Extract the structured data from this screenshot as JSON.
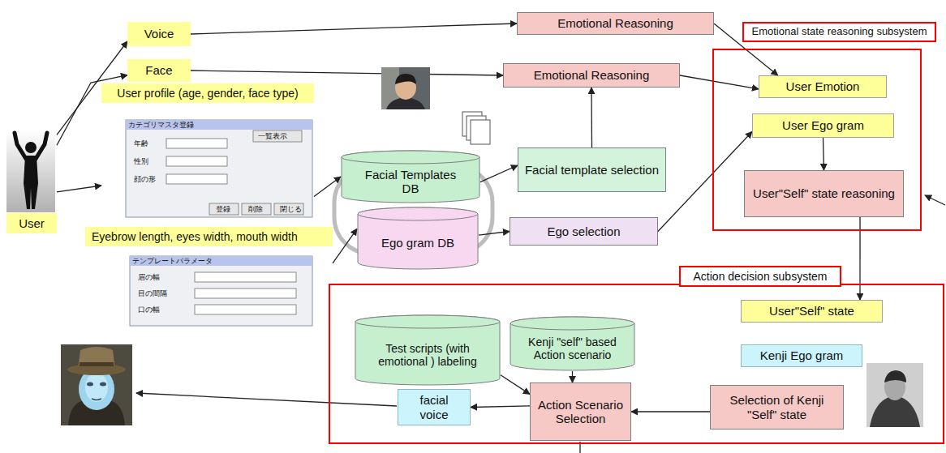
{
  "diagram": {
    "nodes": [
      {
        "text": [
          "Emotional Reasoning"
        ]
      },
      {
        "text": [
          "Emotional state reasoning subsystem"
        ]
      },
      {
        "text": [
          "User Emotion"
        ],
        "in": 1
      },
      {
        "text": [
          "User Ego gram"
        ],
        "in": 1
      },
      {
        "text": [
          "User\"Self\" state reasoning"
        ],
        "in": 1
      },
      {
        "text": [
          "Voice"
        ]
      },
      {
        "text": [
          "Face"
        ]
      },
      {
        "text": [
          "Emotional Reasoning"
        ]
      },
      {
        "text": [
          "User profile (age, gender, face type)"
        ]
      },
      {
        "text": [
          "User"
        ]
      },
      {
        "text": [
          "Facial Templates DB"
        ]
      },
      {
        "text": [
          "Facial template selection"
        ]
      },
      {
        "text": [
          "Eyebrow length, eyes width, mouth width"
        ]
      },
      {
        "text": [
          "Ego gram DB"
        ]
      },
      {
        "text": [
          "Ego selection"
        ]
      },
      {
        "text": [
          "Action decision subsystem"
        ]
      },
      {
        "text": [
          "User\"Self\" state"
        ],
        "in": 15
      },
      {
        "text": [
          "Test scripts (with emotional ) labeling"
        ],
        "in": 15
      },
      {
        "text": [
          "Kenji \"self\" based Action scenario"
        ],
        "in": 15
      },
      {
        "text": [
          "Kenji Ego gram"
        ],
        "in": 15
      },
      {
        "text": [
          "facial voice"
        ],
        "in": 15
      },
      {
        "text": [
          "Action Scenario Selection"
        ],
        "in": 15
      },
      {
        "text": [
          "Selection of Kenji \"Self\" state"
        ],
        "in": 15
      }
    ],
    "edges": [
      {
        "from": 9,
        "to": 5,
        "arrow": "to"
      },
      {
        "from": 9,
        "to": 6,
        "arrow": "to"
      },
      {
        "from": 9,
        "to": 8,
        "arrow": "to"
      },
      {
        "from": 8,
        "to": 10,
        "arrow": "to"
      },
      {
        "from": 12,
        "to": 13,
        "arrow": "to"
      },
      {
        "from": 5,
        "to": 0,
        "arrow": "to"
      },
      {
        "from": 6,
        "to": 7,
        "arrow": "to"
      },
      {
        "from": 10,
        "to": 11,
        "arrow": "to"
      },
      {
        "from": 11,
        "to": 7,
        "arrow": "to"
      },
      {
        "from": 13,
        "to": 14,
        "arrow": "to"
      },
      {
        "from": 14,
        "to": 3,
        "arrow": "to"
      },
      {
        "from": 0,
        "to": 2,
        "arrow": "to"
      },
      {
        "from": 7,
        "to": 2,
        "arrow": "to"
      },
      {
        "from": 3,
        "to": 4,
        "arrow": "to"
      },
      {
        "from": 4,
        "to": 16,
        "arrow": "to"
      },
      {
        "from": 22,
        "to": 21,
        "arrow": "to"
      },
      {
        "from": 17,
        "to": 21,
        "arrow": "to"
      },
      {
        "from": 18,
        "to": 21,
        "arrow": "to"
      },
      {
        "from": 21,
        "to": 20,
        "arrow": "to"
      }
    ],
    "labels": [
      "カテゴリマスタ登録",
      "一覧表示",
      "年齢",
      "性別",
      "顔の形",
      "登録",
      "削除",
      "閉じる",
      "テンプレートパラメータ",
      "眉の幅",
      "目の間隔",
      "口の幅"
    ]
  }
}
